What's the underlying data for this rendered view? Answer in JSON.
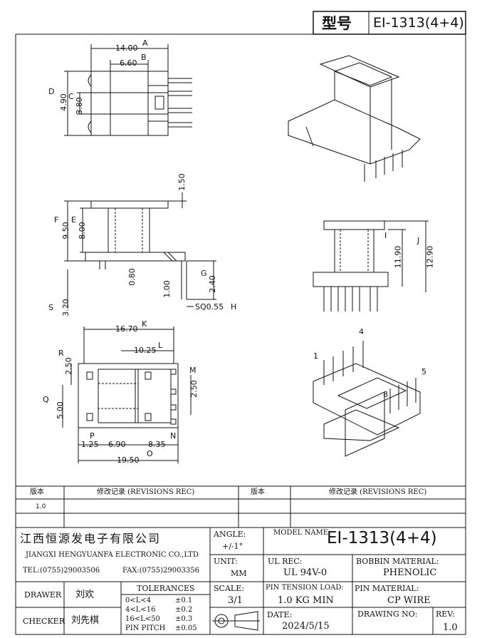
{
  "header": {
    "type_label": "型号",
    "model": "EI-1313(4+4)"
  },
  "dimensions": {
    "A": "14.00",
    "B": "6.60",
    "D": "4.90",
    "C": "3.80",
    "top_150": "1.50",
    "F": "9.50",
    "E": "8.00",
    "pin080": "0.80",
    "pin100": "1.00",
    "G": "2.40",
    "S": "3.20",
    "H": "SQ0.55",
    "I": "11.90",
    "J": "12.90",
    "K": "16.70",
    "L": "10.25",
    "R": "2.50",
    "Q": "5.00",
    "M": "2.50",
    "p1": "1.25",
    "p2": "6.90",
    "p3": "8.35",
    "O": "19.50"
  },
  "markers": {
    "A": "A",
    "B": "B",
    "C": "C",
    "D": "D",
    "E": "E",
    "F": "F",
    "G": "G",
    "H": "H",
    "I": "I",
    "J": "J",
    "K": "K",
    "L": "L",
    "M": "M",
    "N": "N",
    "O": "O",
    "P": "P",
    "Q": "Q",
    "R": "R",
    "S": "S"
  },
  "pins": {
    "p1": "1",
    "p4": "4",
    "p5": "5",
    "p8": "8"
  },
  "revisions": {
    "h_ver": "版本",
    "h_rec": "修改记录 (REVISIONS REC)",
    "h_ver2": "版本",
    "h_rec2": "修改记录 (REVISIONS REC)",
    "row1_ver": "1.0"
  },
  "company": {
    "cn": "江西恒源发电子有限公司",
    "en": "JIANGXI HENGYUANFA ELECTRONIC CO.,LTD",
    "tel": "TEL:(0755)29003506",
    "fax": "FAX:(0755)29003356"
  },
  "titleblock": {
    "angle_label": "ANGLE:",
    "angle_value": "+/-1°",
    "model_label": "MODEL NAME:",
    "model_value": "EI-1313(4+4)",
    "unit_label": "UNIT:",
    "unit_value": "MM",
    "ul_label": "UL REC:",
    "ul_value": "UL 94V-0",
    "bobbin_label": "BOBBIN MATERIAL:",
    "bobbin_value": "PHENOLIC",
    "drawer_label": "DRAWER",
    "drawer_value": "刘欢",
    "checker_label": "CHECKER",
    "checker_value": "刘先棋",
    "tol_label": "TOLERANCES",
    "tol1_l": "0<L<4",
    "tol1_v": "±0.1",
    "tol2_l": "4<L<16",
    "tol2_v": "±0.2",
    "tol3_l": "16<L<50",
    "tol3_v": "±0.3",
    "tol4_l": "PIN PITCH",
    "tol4_v": "±0.05",
    "scale_label": "SCALE:",
    "scale_value": "3/1",
    "pin_tension_label": "PIN TENSION LOAD:",
    "pin_tension_value": "1.0 KG MIN",
    "pin_mat_label": "PIN MATERIAL:",
    "pin_mat_value": "CP WIRE",
    "date_label": "DATE:",
    "date_value": "2024/5/15",
    "drawing_label": "DRAWING NO:",
    "rev_label": "REV:",
    "rev_value": "1.0"
  }
}
